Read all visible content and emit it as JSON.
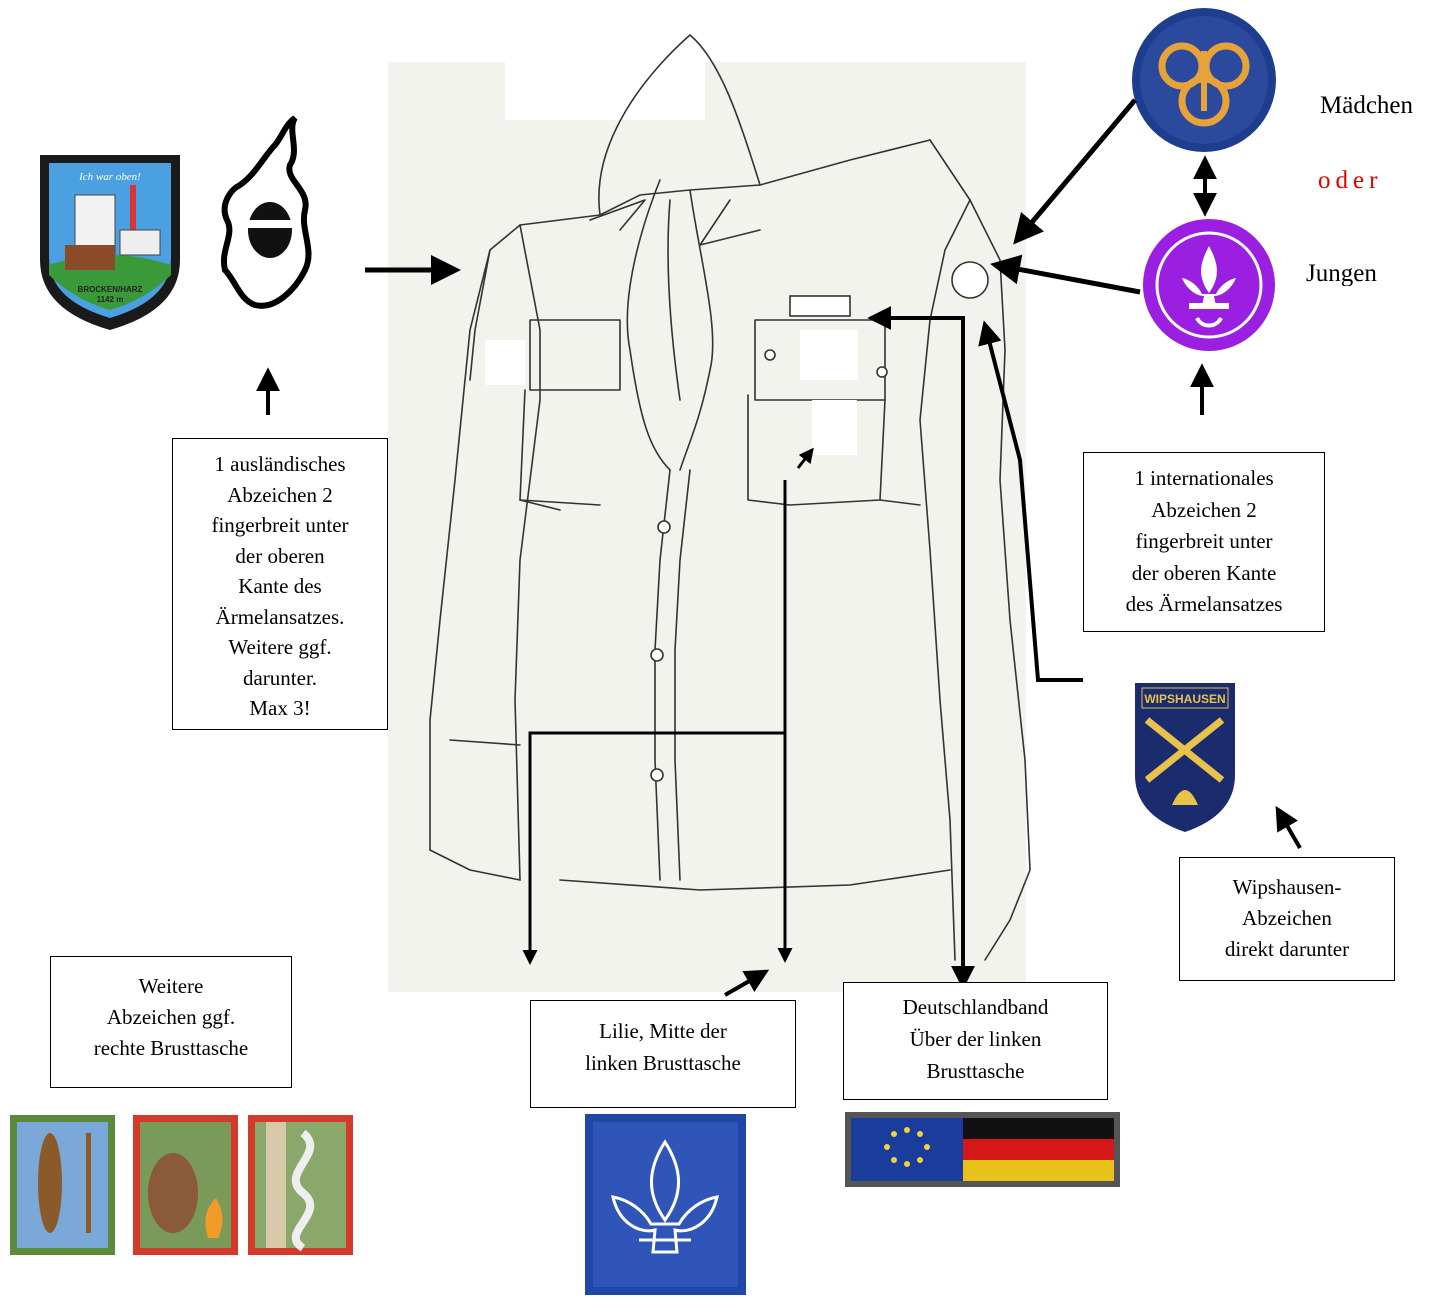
{
  "labels": {
    "maedchen": "Mädchen",
    "oder": "oder",
    "jungen": "Jungen"
  },
  "boxes": {
    "auslaendisch": [
      "1  ausländisches",
      "Abzeichen 2",
      "fingerbreit unter",
      "der oberen",
      "Kante des",
      "Ärmelansatzes.",
      "Weitere ggf.",
      "darunter.",
      "Max 3!"
    ],
    "international": [
      "1 internationales",
      "Abzeichen 2",
      "fingerbreit unter",
      "der oberen Kante",
      "des Ärmelansatzes"
    ],
    "wipshausen": [
      "Wipshausen-",
      "Abzeichen",
      "direkt darunter"
    ],
    "weitere": [
      "Weitere",
      "Abzeichen ggf.",
      "rechte Brusttasche"
    ],
    "lilie": [
      "Lilie, Mitte der",
      "linken Brusttasche"
    ],
    "deutschlandband": [
      "Deutschlandband",
      "Über der linken",
      "Brusttasche"
    ]
  },
  "patches": {
    "brocken_top": "Ich war oben!",
    "brocken_bottom": "BROCKEN/HARZ",
    "brocken_height": "1142 m",
    "wipshausen": "WIPSHAUSEN"
  },
  "colors": {
    "arrow": "#000000",
    "oder": "#e00000",
    "wagggs_blue": "#2b4a9e",
    "wosm_purple": "#9b1fe0",
    "lilie_blue": "#2f55b8"
  }
}
